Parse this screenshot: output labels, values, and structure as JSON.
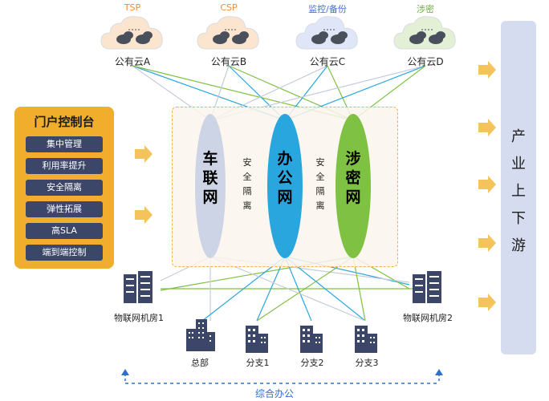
{
  "clouds": [
    {
      "tag": "TSP",
      "tag_color": "#f08a3c",
      "label": "公有云A",
      "fill": "#fbe5cf"
    },
    {
      "tag": "CSP",
      "tag_color": "#f08a3c",
      "label": "公有云B",
      "fill": "#fbe5cf"
    },
    {
      "tag": "监控/备份",
      "tag_color": "#3f6fd1",
      "label": "公有云C",
      "fill": "#dfe6f7"
    },
    {
      "tag": "涉密",
      "tag_color": "#6aad3a",
      "label": "公有云D",
      "fill": "#e4f0d6"
    }
  ],
  "portal": {
    "title": "门户控制台",
    "items": [
      "集中管理",
      "利用率提升",
      "安全隔离",
      "弹性拓展",
      "高SLA",
      "端到端控制"
    ]
  },
  "networks": [
    {
      "label": "车联网",
      "color": "#cdd4e6",
      "text_color": "#1c1c1c"
    },
    {
      "label": "办公网",
      "color": "#2aa6de",
      "text_color": "#1c1c1c"
    },
    {
      "label": "涉密网",
      "color": "#7fc142",
      "text_color": "#1c1c1c"
    }
  ],
  "isolation_labels": [
    "安全隔离",
    "安全隔离"
  ],
  "industry": {
    "label": "产业上下游"
  },
  "rooms": [
    {
      "label": "物联网机房1"
    },
    {
      "label": "物联网机房2"
    }
  ],
  "branches": [
    {
      "label": "总部"
    },
    {
      "label": "分支1"
    },
    {
      "label": "分支2"
    },
    {
      "label": "分支3"
    }
  ],
  "footer": {
    "label": "综合办公"
  },
  "colors": {
    "line_gray": "#c5cbd9",
    "line_blue": "#2aa6de",
    "line_green": "#7fc142",
    "arrow": "#f5c35c",
    "building": "#3c4668"
  }
}
